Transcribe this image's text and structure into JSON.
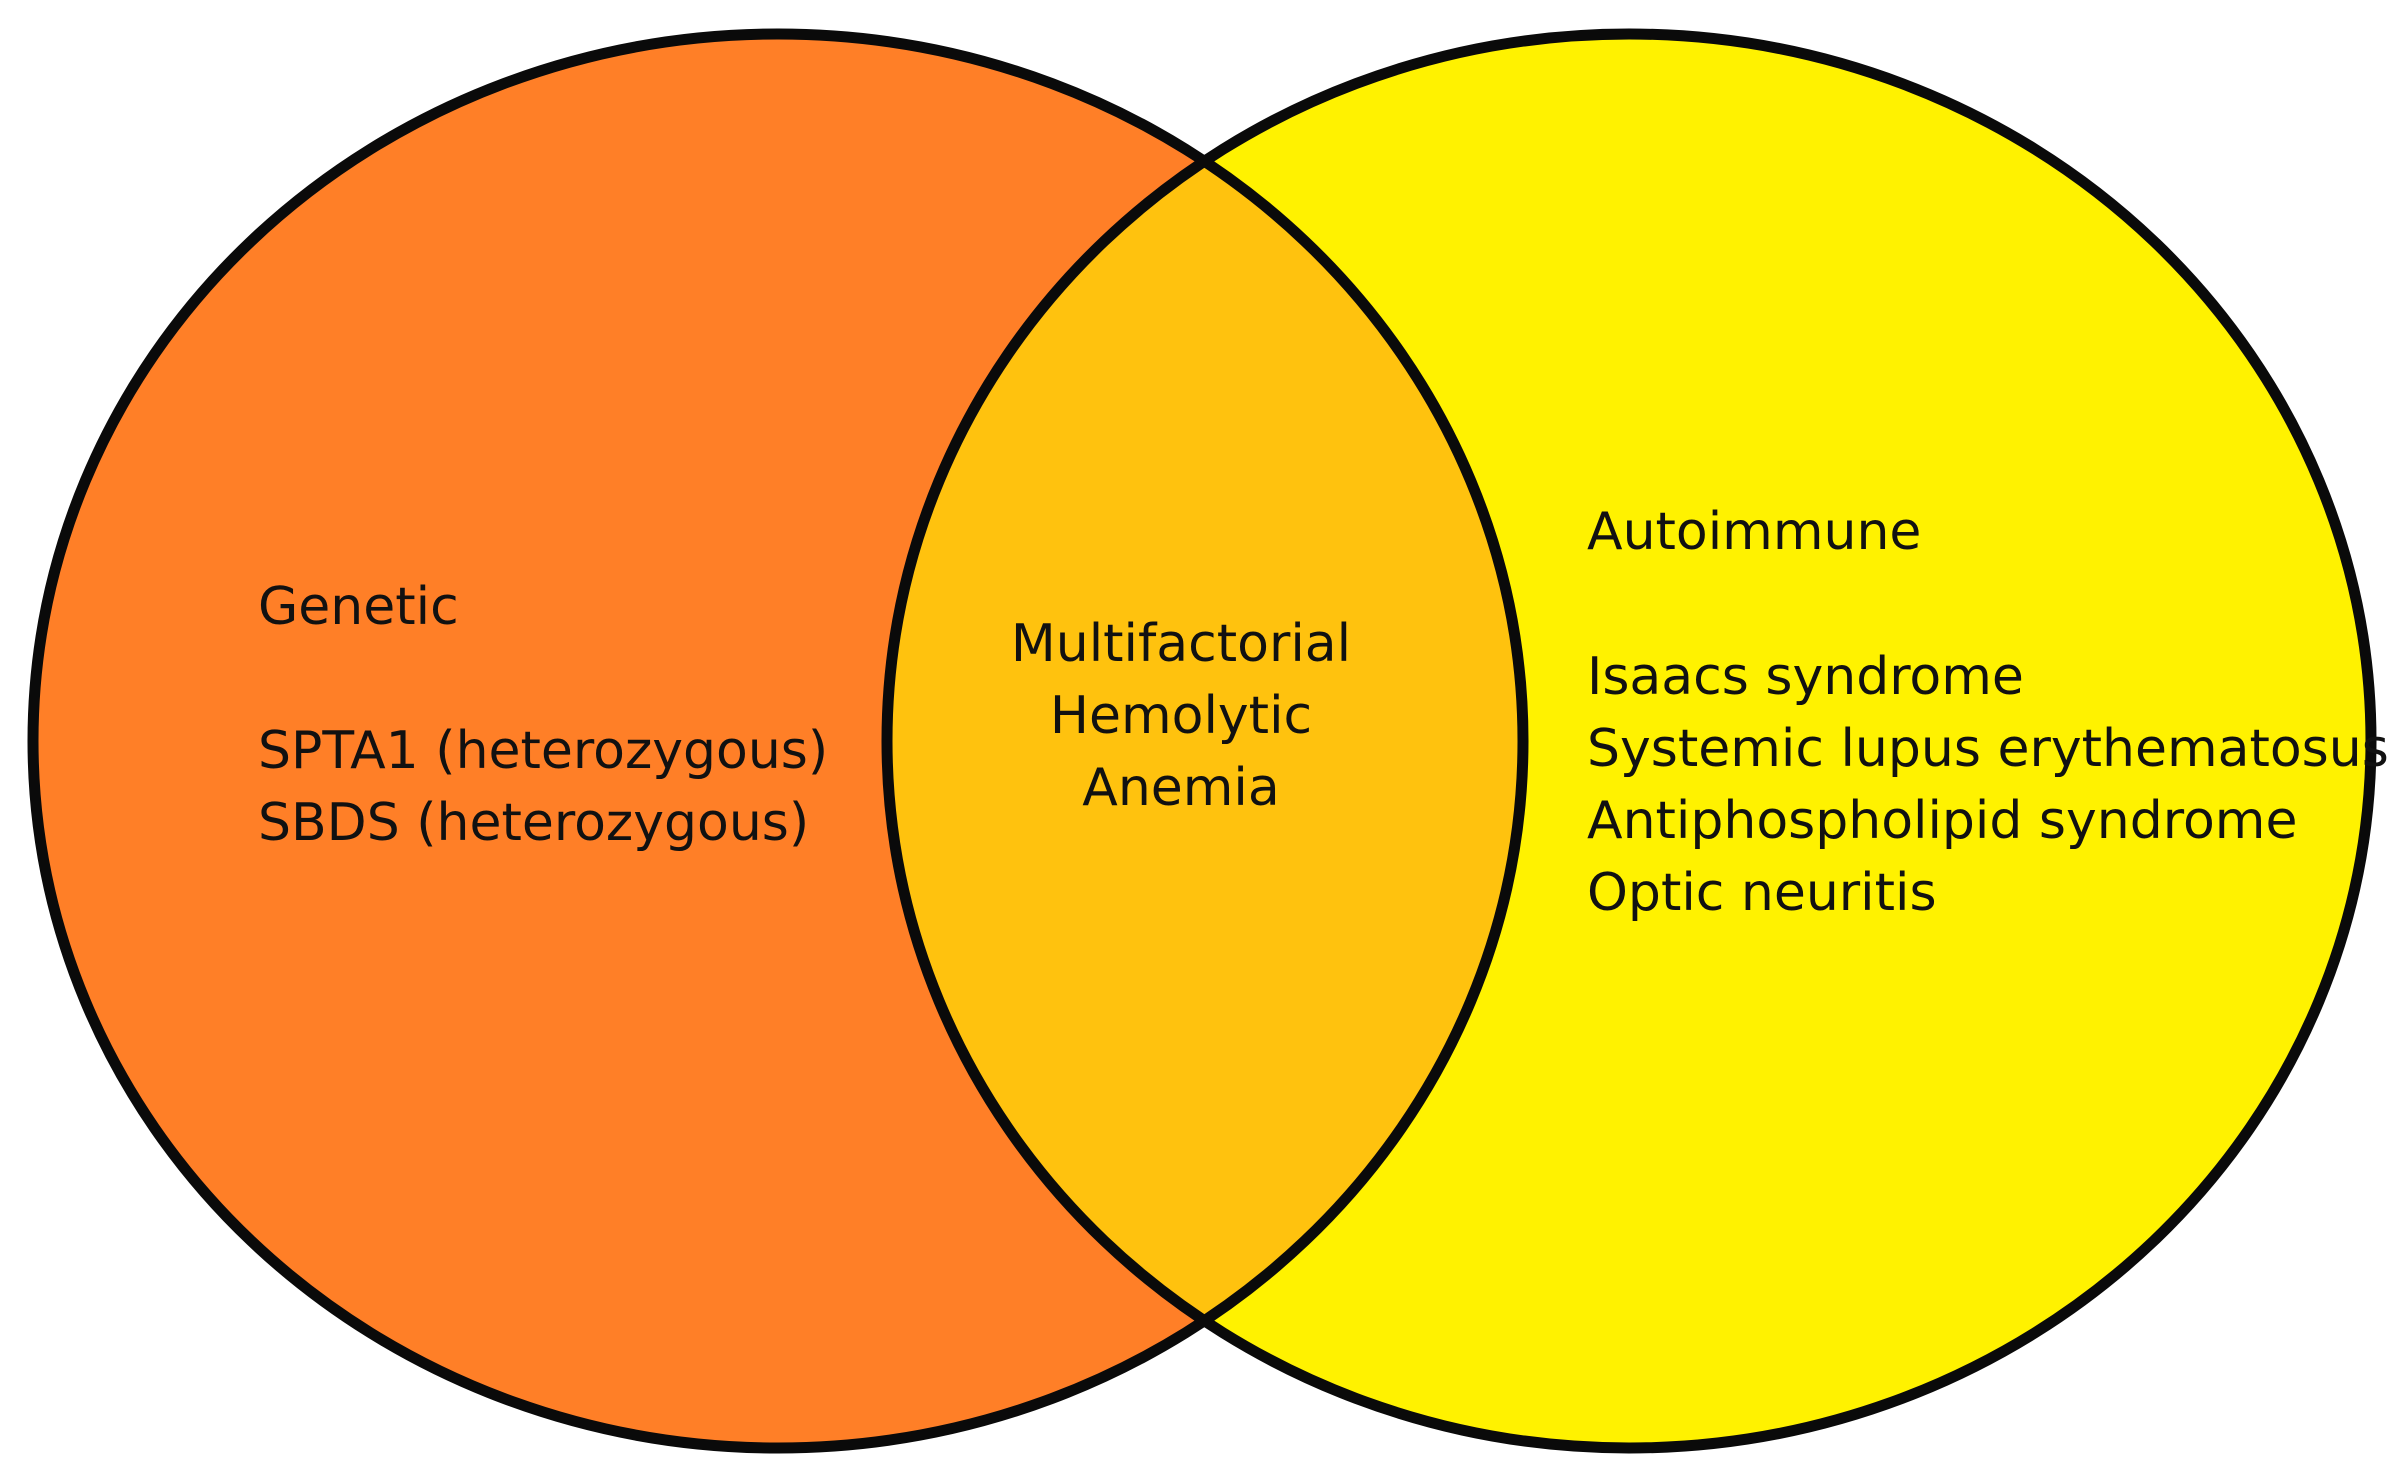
{
  "diagram": {
    "type": "venn",
    "colors": {
      "left_fill": "#FF7F27",
      "right_fill": "#FFF200",
      "overlap_fill": "#FFC20E",
      "outline": "#0a0a0a",
      "background": "#ffffff"
    },
    "left": {
      "heading": "Genetic",
      "items": [
        "SPTA1 (heterozygous)",
        "SBDS (heterozygous)"
      ]
    },
    "overlap": {
      "lines": [
        "Multifactorial",
        "Hemolytic",
        "Anemia"
      ]
    },
    "right": {
      "heading": "Autoimmune",
      "items": [
        "Isaacs syndrome",
        "Systemic lupus erythematosus",
        "Antiphospholipid syndrome",
        "Optic neuritis"
      ]
    }
  }
}
